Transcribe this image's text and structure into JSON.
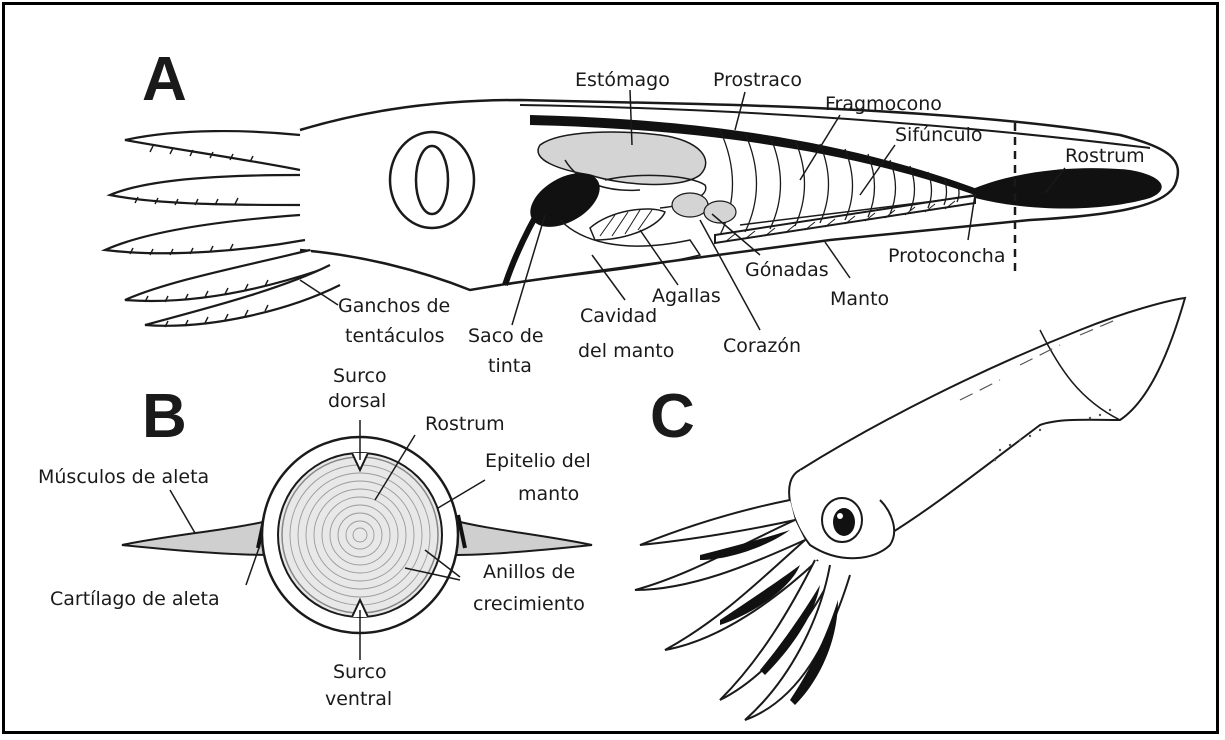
{
  "panels": {
    "a": "A",
    "b": "B",
    "c": "C"
  },
  "colors": {
    "ink": "#1a1a1a",
    "organ_fill": "#d4d4d4",
    "fin_muscle": "#cfcfcf",
    "rostrum": "#111111"
  },
  "labels_a": {
    "estomago": "Estómago",
    "prostraco": "Prostraco",
    "fragmocono": "Fragmocono",
    "sifunculo": "Sifúnculo",
    "rostrum": "Rostrum",
    "protoconcha": "Protoconcha",
    "gonadas": "Gónadas",
    "manto": "Manto",
    "agallas": "Agallas",
    "cavidad_1": "Cavidad",
    "cavidad_2": "del manto",
    "corazon": "Corazón",
    "saco_1": "Saco de",
    "saco_2": "tinta",
    "ganchos_1": "Ganchos de",
    "ganchos_2": "tentáculos"
  },
  "labels_b": {
    "surco_dorsal_1": "Surco",
    "surco_dorsal_2": "dorsal",
    "rostrum": "Rostrum",
    "epitelio_1": "Epitelio del",
    "epitelio_2": "manto",
    "musculos": "Músculos de aleta",
    "cartilago": "Cartílago de aleta",
    "anillos_1": "Anillos de",
    "anillos_2": "crecimiento",
    "surco_ventral_1": "Surco",
    "surco_ventral_2": "ventral"
  }
}
